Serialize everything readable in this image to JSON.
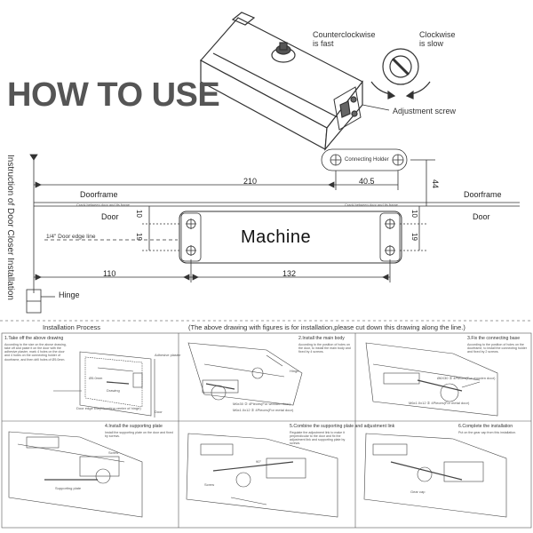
{
  "header": {
    "title": "HOW TO USE",
    "counterclockwise": "Counterclockwise\nis fast",
    "clockwise": "Clockwise\nis slow",
    "adjustment_screw": "Adjustment screw"
  },
  "drawing": {
    "side_title": "Instruction of Door Closer Installation",
    "connecting_holder": "Connecting Holder",
    "doorframe_left": "Doorframe",
    "doorframe_right": "Doorframe",
    "door_left": "Door",
    "door_right": "Door",
    "crack_left": "Crack between door and its frame",
    "crack_right": "Crack between door and its frame",
    "door_edge_line": "1/4\" Door edge line",
    "machine": "Machine",
    "hinge": "Hinge",
    "dims": {
      "d210": "210",
      "d405": "40.5",
      "d44": "44",
      "d10_left": "10",
      "d19_left": "19",
      "d10_right": "10",
      "d19_right": "19",
      "d110": "110",
      "d132": "132"
    }
  },
  "process": {
    "title": "Installation Process",
    "note": "(The above drawing with figures is for installation,please cut down this drawing along the line.)",
    "steps": [
      {
        "title": "1.Take off the above drawing",
        "text": "According to the size on the above drawing, take off and paste it on the door with the adhesive plaster, mark 4 holes on the door and 4 holes on the connecting holder of doorframe, and then drill holes of Ø5.0mm."
      },
      {
        "title": "2.Install the main body",
        "text": "According to the position of holes on the door, to install the main body and fixed by 4 screws."
      },
      {
        "title": "3.Fix the connecting base",
        "text": "According to the position of holes on the doorframe, to install the connecting holder and fixed by 2 screws."
      },
      {
        "title": "4.Install the supporting plate",
        "text": "Install the supporting plate on the door and fixed by screws."
      },
      {
        "title": "5.Combine the supporting plate and adjustment link",
        "text": "Regulate the adjustment link to make it perpendicular to the door and fix the adjustment link and supporting plate by screws."
      },
      {
        "title": "6.Complete the installation",
        "text": "Put on the gear cap from this installation."
      }
    ],
    "callouts": {
      "s1_a": "Adhesive plaster",
      "s1_b": "Drawing",
      "s1_c": "Ø5.0mm",
      "s1_d": "Door edge line(Mounting center of hinge)",
      "s1_e": "Door",
      "s2_a": "Hinge",
      "s2_b": "M6x30 ② 4Pieces(For wooden door)",
      "s2_c": "M6x1.0x12 ② 4Pieces(For metal door)",
      "s3_a": "Ø6X30 ② 4Pieces(For wooden door)",
      "s3_b": "M6x1.0x12 ② 4Pieces(For metal door)",
      "s4_a": "Screw",
      "s4_b": "Supporting plate",
      "s5_a": "Screw",
      "s5_b": "90°",
      "s6_a": "Gear cap"
    }
  }
}
